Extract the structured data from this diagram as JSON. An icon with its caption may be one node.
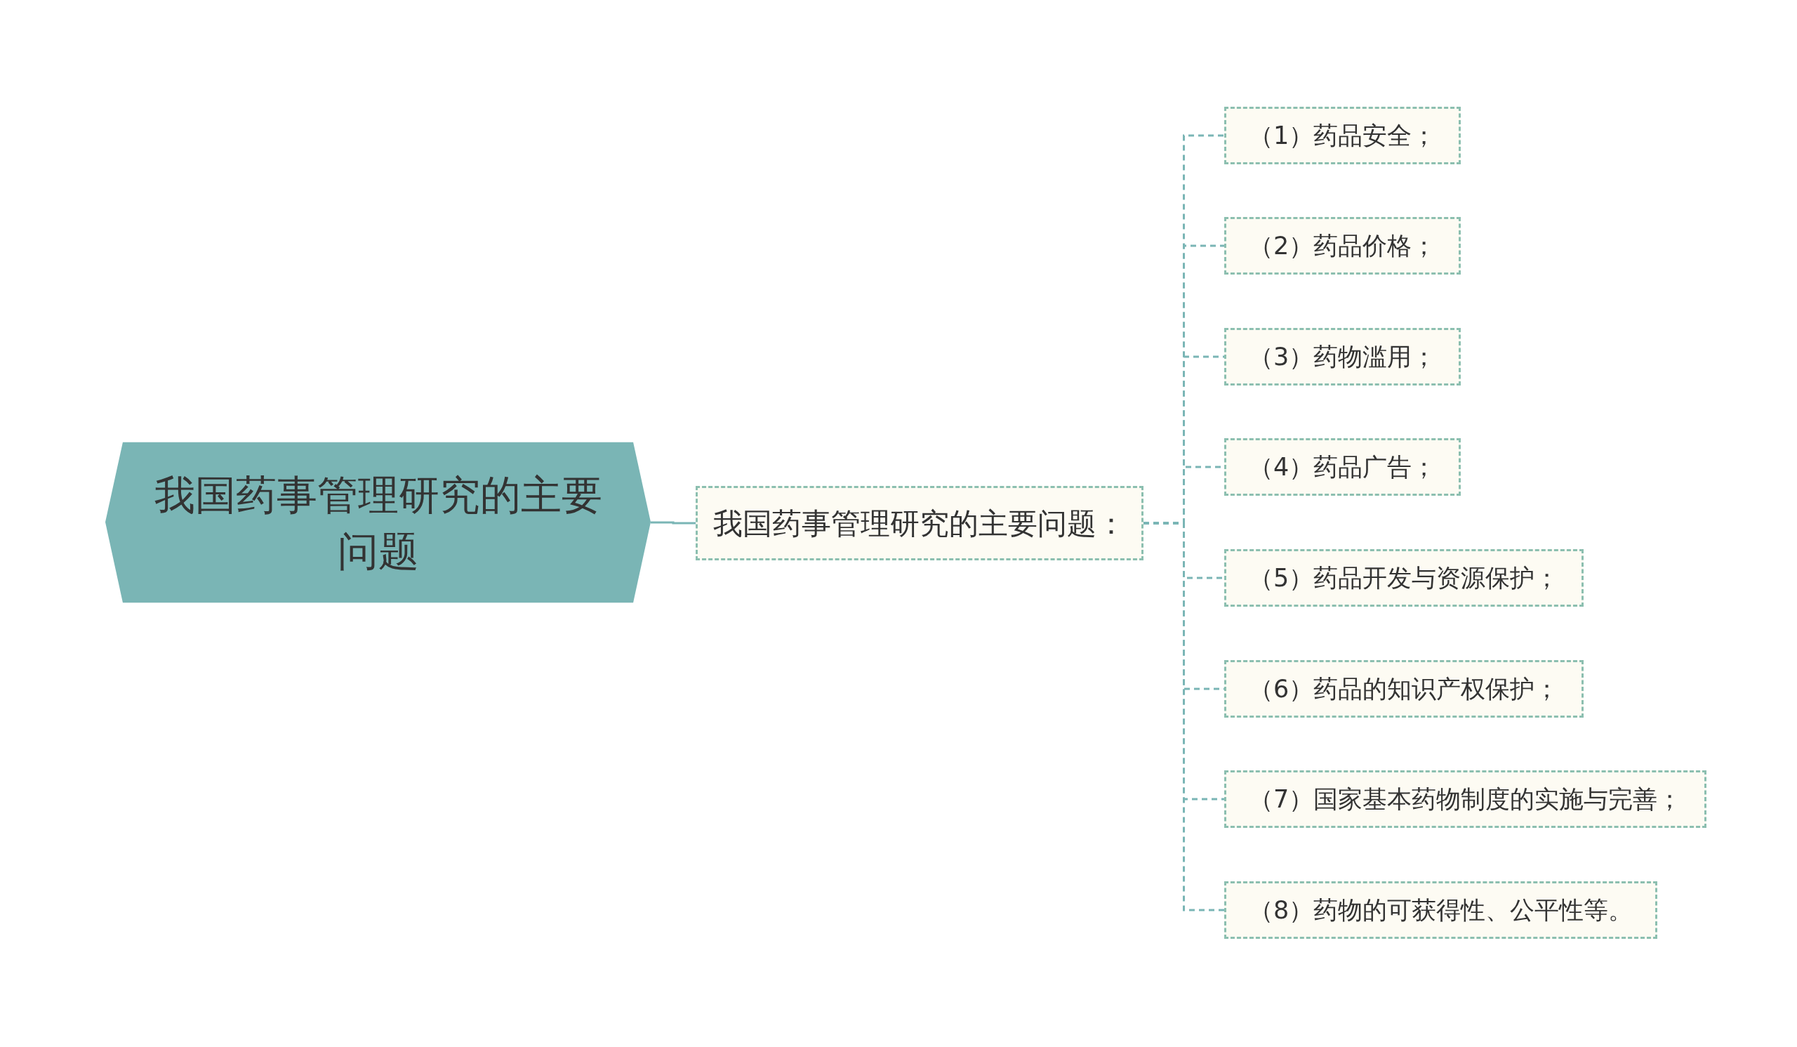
{
  "diagram": {
    "nodes": [
      {
        "text": [
          "我国药事管理研究的主要问题"
        ]
      },
      {
        "text": [
          "我国药事管理研究的主要问题："
        ]
      },
      {
        "text": [
          "（1）药品安全；"
        ]
      },
      {
        "text": [
          "（2）药品价格；"
        ]
      },
      {
        "text": [
          "（3）药物滥用；"
        ]
      },
      {
        "text": [
          "（4）药品广告；"
        ]
      },
      {
        "text": [
          "（5）药品开发与资源保护；"
        ]
      },
      {
        "text": [
          "（6）药品的知识产权保护；"
        ]
      },
      {
        "text": [
          "（7）国家基本药物制度的实施与完善；"
        ]
      },
      {
        "text": [
          "（8）药物的可获得性、公平性等。"
        ]
      }
    ],
    "edges": [
      {
        "from": 0,
        "to": 1,
        "arrow": "none"
      },
      {
        "from": 1,
        "to": 2,
        "arrow": "none",
        "style": "dashed"
      },
      {
        "from": 1,
        "to": 3,
        "arrow": "none",
        "style": "dashed"
      },
      {
        "from": 1,
        "to": 4,
        "arrow": "none",
        "style": "dashed"
      },
      {
        "from": 1,
        "to": 5,
        "arrow": "none",
        "style": "dashed"
      },
      {
        "from": 1,
        "to": 6,
        "arrow": "none",
        "style": "dashed"
      },
      {
        "from": 1,
        "to": 7,
        "arrow": "none",
        "style": "dashed"
      },
      {
        "from": 1,
        "to": 8,
        "arrow": "none",
        "style": "dashed"
      },
      {
        "from": 1,
        "to": 9,
        "arrow": "none",
        "style": "dashed"
      }
    ]
  }
}
